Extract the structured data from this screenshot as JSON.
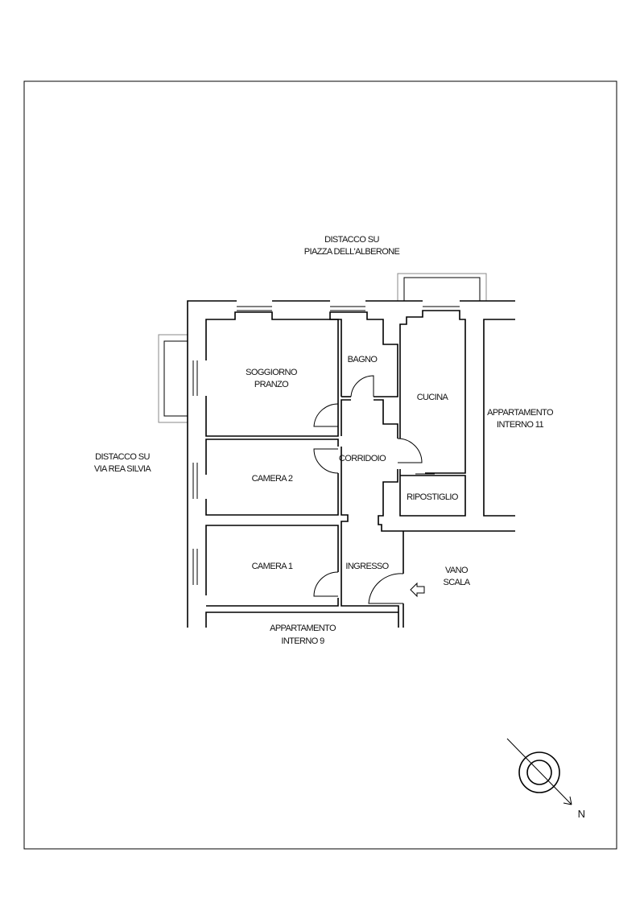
{
  "labels": {
    "north_distance": [
      "DISTACCO SU",
      "PIAZZA DELL'ALBERONE"
    ],
    "west_distance": [
      "DISTACCO SU",
      "VIA REA SILVIA"
    ],
    "living": [
      "SOGGIORNO",
      "PRANZO"
    ],
    "bathroom": "BAGNO",
    "kitchen": "CUCINA",
    "apartment_11": [
      "APPARTAMENTO",
      "INTERNO 11"
    ],
    "corridor": "CORRIDOIO",
    "bedroom_2": "CAMERA 2",
    "storage": "RIPOSTIGLIO",
    "bedroom_1": "CAMERA 1",
    "entrance": "INGRESSO",
    "stairwell": [
      "VANO",
      "SCALA"
    ],
    "apartment_9": [
      "APPARTAMENTO",
      "INTERNO 9"
    ]
  },
  "compass": {
    "label": "N"
  }
}
